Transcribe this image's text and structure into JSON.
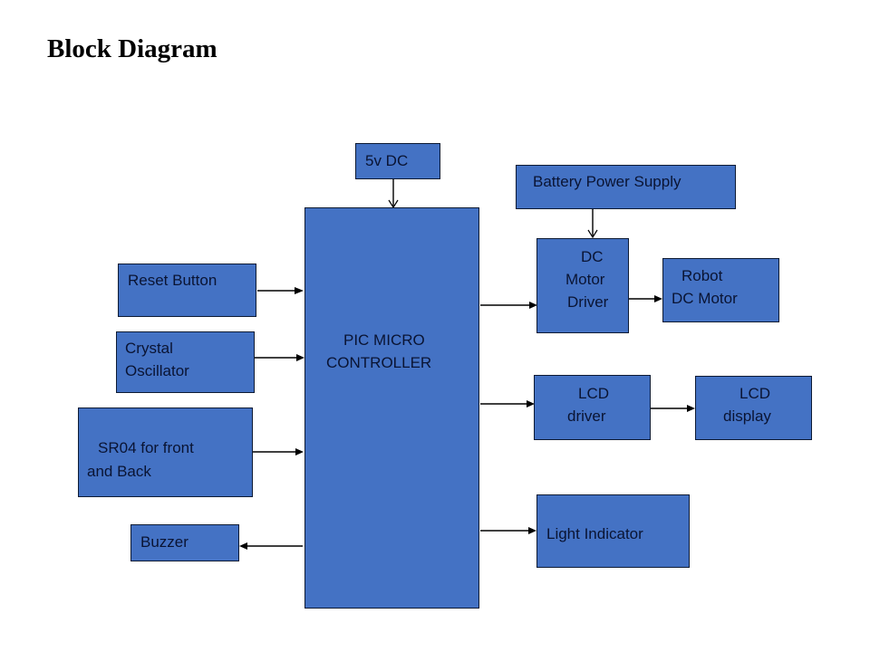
{
  "title": "Block Diagram",
  "colors": {
    "block_fill": "#4472c4",
    "block_border": "#0d1a33",
    "text": "#0a1433",
    "wire": "#000000"
  },
  "blocks": {
    "power_5v": {
      "label": "5v DC"
    },
    "battery": {
      "label": "Battery Power Supply"
    },
    "mcu": {
      "line1": "PIC MICRO",
      "line2": "CONTROLLER"
    },
    "reset": {
      "label": "Reset Button"
    },
    "crystal": {
      "line1": "Crystal",
      "line2": "Oscillator"
    },
    "sr04": {
      "line1": "SR04 for front",
      "line2": "and Back"
    },
    "buzzer": {
      "label": "Buzzer"
    },
    "motor_driver": {
      "line1": "DC",
      "line2": "Motor",
      "line3": "Driver"
    },
    "robot_motor": {
      "line1": "Robot",
      "line2": "DC Motor"
    },
    "lcd_driver": {
      "line1": "LCD",
      "line2": "driver"
    },
    "lcd_display": {
      "line1": "LCD",
      "line2": "display"
    },
    "light": {
      "label": "Light Indicator"
    }
  },
  "connections": [
    {
      "from": "5v DC",
      "to": "PIC MICRO CONTROLLER"
    },
    {
      "from": "Battery Power Supply",
      "to": "DC Motor Driver"
    },
    {
      "from": "Reset Button",
      "to": "PIC MICRO CONTROLLER"
    },
    {
      "from": "Crystal Oscillator",
      "to": "PIC MICRO CONTROLLER"
    },
    {
      "from": "SR04 for front and Back",
      "to": "PIC MICRO CONTROLLER"
    },
    {
      "from": "PIC MICRO CONTROLLER",
      "to": "Buzzer"
    },
    {
      "from": "PIC MICRO CONTROLLER",
      "to": "DC Motor Driver"
    },
    {
      "from": "DC Motor Driver",
      "to": "Robot DC Motor"
    },
    {
      "from": "PIC MICRO CONTROLLER",
      "to": "LCD driver"
    },
    {
      "from": "LCD driver",
      "to": "LCD display"
    },
    {
      "from": "PIC MICRO CONTROLLER",
      "to": "Light Indicator"
    }
  ]
}
